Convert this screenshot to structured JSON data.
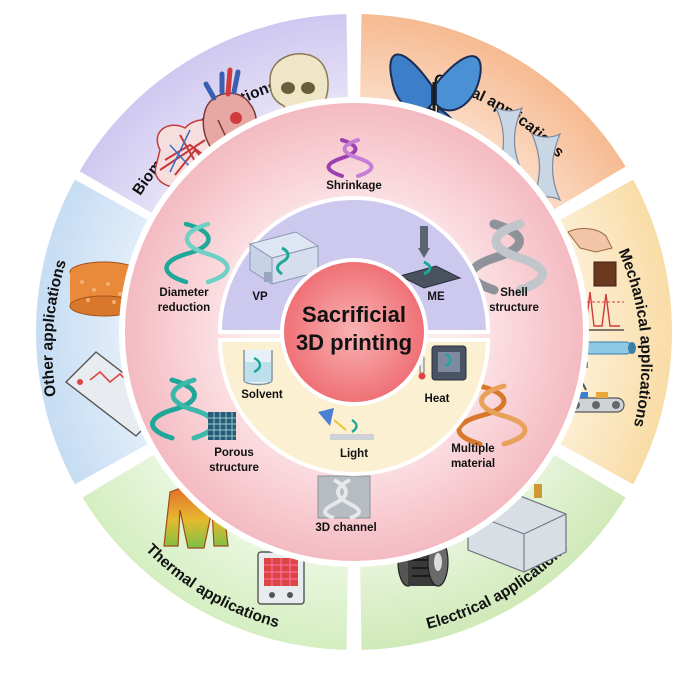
{
  "diagram": {
    "center_title": [
      "Sacrificial",
      "3D printing"
    ],
    "outer_segments": [
      {
        "label": "Biomedical applications",
        "color": "#d9d3f3"
      },
      {
        "label": "Optical applications",
        "color": "#f8c9a8"
      },
      {
        "label": "Mechanical applications",
        "color": "#fbe7c2"
      },
      {
        "label": "Electrical applications",
        "color": "#dcefc9"
      },
      {
        "label": "Thermal applications",
        "color": "#e3f4d6"
      },
      {
        "label": "Other applications",
        "color": "#d8e8f6"
      }
    ],
    "ring_features": {
      "shrinkage": "Shrinkage",
      "diameter_reduction": [
        "Diameter",
        "reduction"
      ],
      "shell_structure": [
        "Shell",
        "structure"
      ],
      "porous_structure": [
        "Porous",
        "structure"
      ],
      "multiple_material": [
        "Multiple",
        "material"
      ],
      "channel": "3D channel"
    },
    "inner_methods": {
      "vp": "VP",
      "me": "ME",
      "solvent": "Solvent",
      "heat": "Heat",
      "light": "Light"
    },
    "colors": {
      "ring_pink": "#f6c6cc",
      "inner_top": "#cdc8ee",
      "inner_bottom": "#fbf1d2",
      "center": "#f07d82",
      "helix_teal": "#1fa89a",
      "helix_purple": "#9b3fb1",
      "helix_orange": "#d9782d",
      "helix_gray": "#8d9399"
    }
  }
}
